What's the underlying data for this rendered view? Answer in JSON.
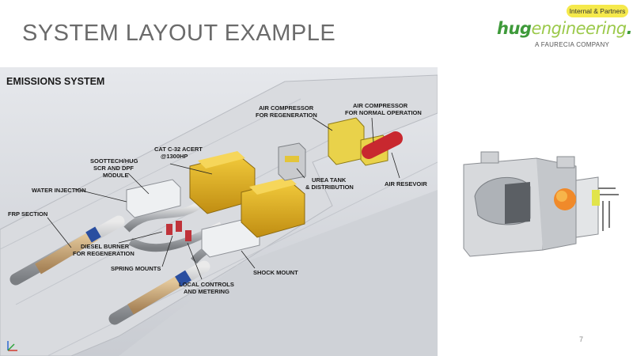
{
  "slide": {
    "title": "SYSTEM LAYOUT EXAMPLE",
    "page_number": "7"
  },
  "brand": {
    "badge": "Internal & Partners",
    "logo_hug": "hug",
    "logo_engineering": "engineering",
    "logo_dot": ".",
    "logo_sub": "A FAURECIA COMPANY",
    "colors": {
      "green_dark": "#3e9a3a",
      "green_light": "#9bc94a",
      "badge_yellow": "#f5e94b"
    }
  },
  "diagram": {
    "title": "EMISSIONS SYSTEM",
    "labels": {
      "air_comp_regen_1": "AIR COMPRESSOR",
      "air_comp_regen_2": "FOR REGENERATION",
      "air_comp_normal_1": "AIR COMPRESSOR",
      "air_comp_normal_2": "FOR NORMAL OPERATION",
      "engine_1": "CAT C-32 ACERT",
      "engine_2": "@1300HP",
      "scr_1": "SOOTTECH/HUG",
      "scr_2": "SCR AND DPF",
      "scr_3": "MODULE",
      "water_injection": "WATER INJECTION",
      "urea_1": "UREA TANK",
      "urea_2": "& DISTRIBUTION",
      "air_reservoir": "AIR RESEVOIR",
      "frp_section": "FRP SECTION",
      "burner_1": "DIESEL BURNER",
      "burner_2": "FOR REGENERATION",
      "spring_mounts": "SPRING MOUNTS",
      "shock_mount": "SHOCK MOUNT",
      "controls_1": "LOCAL CONTROLS",
      "controls_2": "AND METERING"
    }
  }
}
